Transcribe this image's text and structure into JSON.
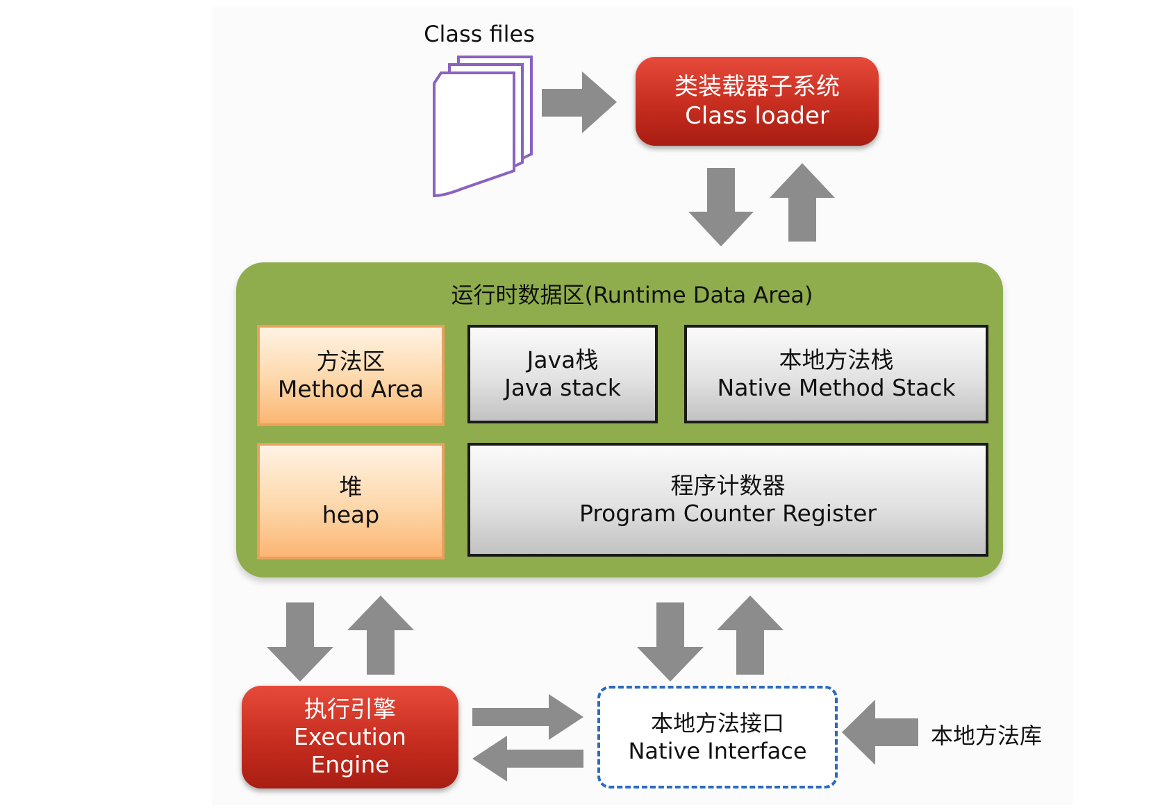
{
  "class_files": "Class files",
  "class_loader": {
    "zh": "类装载器子系统",
    "en": "Class loader"
  },
  "runtime_area": {
    "title": "运行时数据区(Runtime Data Area)"
  },
  "method_area": {
    "zh": "方法区",
    "en": "Method Area"
  },
  "java_stack": {
    "zh": "Java栈",
    "en": "Java stack"
  },
  "native_stack": {
    "zh": "本地方法栈",
    "en": "Native Method Stack"
  },
  "heap": {
    "zh": "堆",
    "en": "heap"
  },
  "pc_register": {
    "zh": "程序计数器",
    "en": "Program Counter Register"
  },
  "execution_engine": {
    "zh": "执行引擎",
    "en1": "Execution",
    "en2": "Engine"
  },
  "native_interface": {
    "zh": "本地方法接口",
    "en": "Native Interface"
  },
  "native_library": "本地方法库",
  "colors": {
    "arrow": "#8c8c8c",
    "red": "#c62d1f",
    "green": "#8fad4c",
    "orange": "#fbb673",
    "dashed": "#2a6bbf",
    "file_outline": "#8a62c0"
  }
}
